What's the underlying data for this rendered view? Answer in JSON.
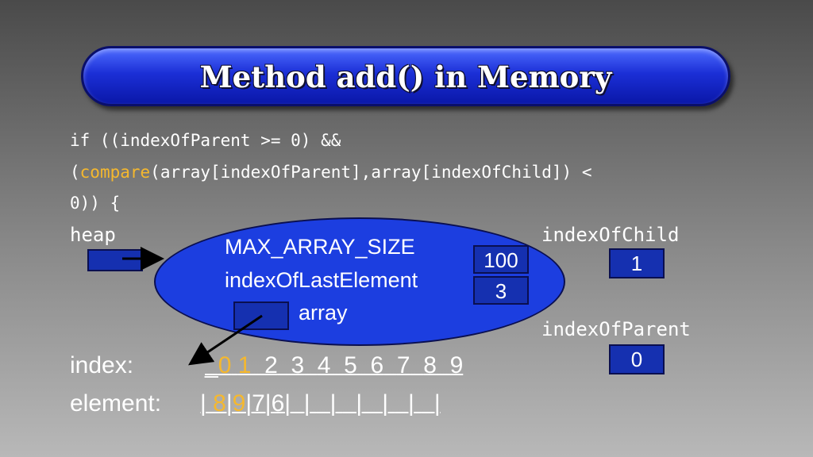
{
  "title": "Method add() in Memory",
  "code": {
    "line1": "if ((indexOfParent >= 0) &&",
    "line2_kw": "compare",
    "line2_prefix": "(",
    "line2_rest": "(array[indexOfParent],array[indexOfChild]) <",
    "line3": "0)) {"
  },
  "heap": {
    "label": "heap"
  },
  "object": {
    "max_label": "MAX_ARRAY_SIZE",
    "max_value": "100",
    "last_label": "indexOfLastElement",
    "last_value": "3",
    "array_label": "array"
  },
  "index_of_child": {
    "label": "indexOfChild",
    "value": "1"
  },
  "index_of_parent": {
    "label": "indexOfParent",
    "value": "0"
  },
  "array_view": {
    "index_label": "index:",
    "element_label": "element:",
    "indices": [
      "0",
      "1",
      "2",
      "3",
      "4",
      "5",
      "6",
      "7",
      "8",
      "9"
    ],
    "elements": [
      "8",
      "9",
      "7",
      "6",
      "",
      "",
      "",
      "",
      "",
      ""
    ],
    "highlight_indices": [
      0,
      1
    ]
  },
  "colors": {
    "highlight": "#f5b82e",
    "box_fill": "#1530b0",
    "ellipse_fill": "#1c3ee0"
  }
}
